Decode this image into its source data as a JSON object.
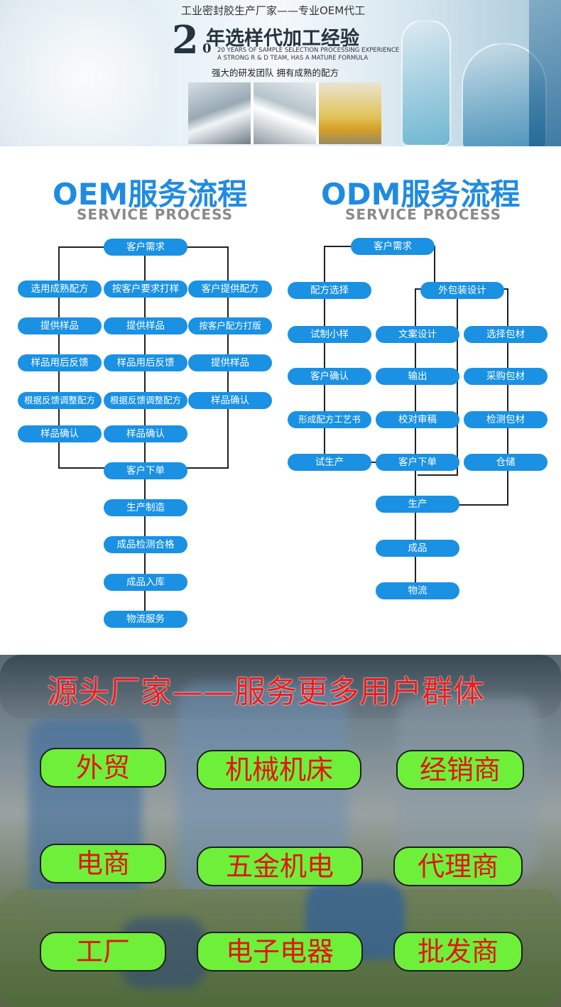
{
  "banner": {
    "tagline": "工业密封胶生产厂家——专业OEM代工",
    "years_big": "2",
    "years_small": "0",
    "headline": "年选样代加工经验",
    "en_line1": "20 YEARS OF SAMPLE SELECTION PROCESSING EXPERIENCE",
    "en_line2": "A STRONG R & D TEAM, HAS A MATURE FORMULA",
    "subline": "强大的研发团队  拥有成熟的配方"
  },
  "oem": {
    "title": "OEM服务流程",
    "subtitle": "SERVICE PROCESS",
    "start": "客户需求",
    "col1": [
      "选用成熟配方",
      "提供样品",
      "样品用后反馈",
      "根据反馈调整配方",
      "样品确认"
    ],
    "col2": [
      "按客户要求打样",
      "提供样品",
      "样品用后反馈",
      "根据反馈调整配方",
      "样品确认"
    ],
    "col3": [
      "客户提供配方",
      "按客户配方打版",
      "提供样品",
      "样品确认"
    ],
    "merge": "客户下单",
    "tail": [
      "生产制造",
      "成品检测合格",
      "成品入库",
      "物流服务"
    ]
  },
  "odm": {
    "title": "ODM服务流程",
    "subtitle": "SERVICE PROCESS",
    "start": "客户需求",
    "col1": [
      "配方选择",
      "试制小样",
      "客户确认",
      "形成配方工艺书",
      "试生产"
    ],
    "design": "外包装设计",
    "col2": [
      "文案设计",
      "输出",
      "校对审稿",
      "客户下单"
    ],
    "col3": [
      "选择包材",
      "采购包材",
      "检测包材",
      "仓储"
    ],
    "tail": [
      "生产",
      "成品",
      "物流"
    ]
  },
  "bottom": {
    "slogan": "源头厂家——服务更多用户群体",
    "tags": [
      "外贸",
      "机械机床",
      "经销商",
      "电商",
      "五金机电",
      "代理商",
      "工厂",
      "电子电器",
      "批发商"
    ]
  },
  "colors": {
    "pill_blue": "#1a91e3",
    "title_blue": "#1f8be0",
    "tag_green": "#6ef03a",
    "tag_red": "#e41414"
  }
}
